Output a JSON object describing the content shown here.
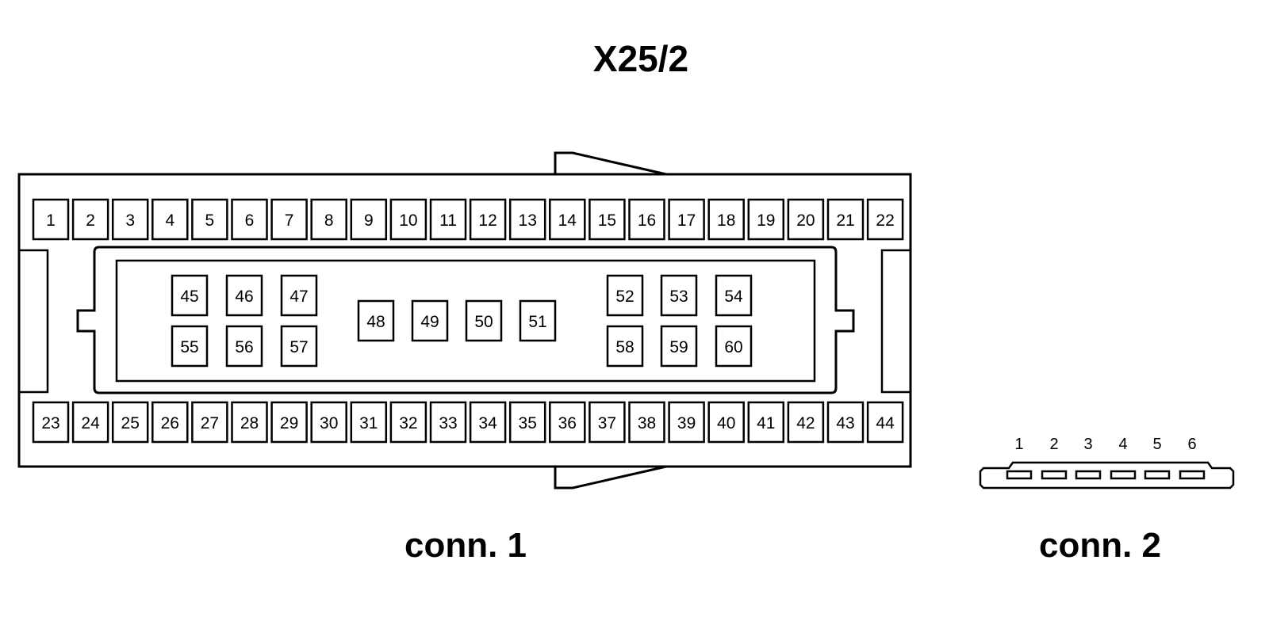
{
  "title": "X25/2",
  "connectors": [
    {
      "label": "conn. 1",
      "top_row": [
        "1",
        "2",
        "3",
        "4",
        "5",
        "6",
        "7",
        "8",
        "9",
        "10",
        "11",
        "12",
        "13",
        "14",
        "15",
        "16",
        "17",
        "18",
        "19",
        "20",
        "21",
        "22"
      ],
      "bottom_row": [
        "23",
        "24",
        "25",
        "26",
        "27",
        "28",
        "29",
        "30",
        "31",
        "32",
        "33",
        "34",
        "35",
        "36",
        "37",
        "38",
        "39",
        "40",
        "41",
        "42",
        "43",
        "44"
      ],
      "inner_left_top": [
        "45",
        "46",
        "47"
      ],
      "inner_left_bottom": [
        "55",
        "56",
        "57"
      ],
      "inner_middle": [
        "48",
        "49",
        "50",
        "51"
      ],
      "inner_right_top": [
        "52",
        "53",
        "54"
      ],
      "inner_right_bottom": [
        "58",
        "59",
        "60"
      ]
    },
    {
      "label": "conn. 2",
      "pins": [
        "1",
        "2",
        "3",
        "4",
        "5",
        "6"
      ]
    }
  ]
}
